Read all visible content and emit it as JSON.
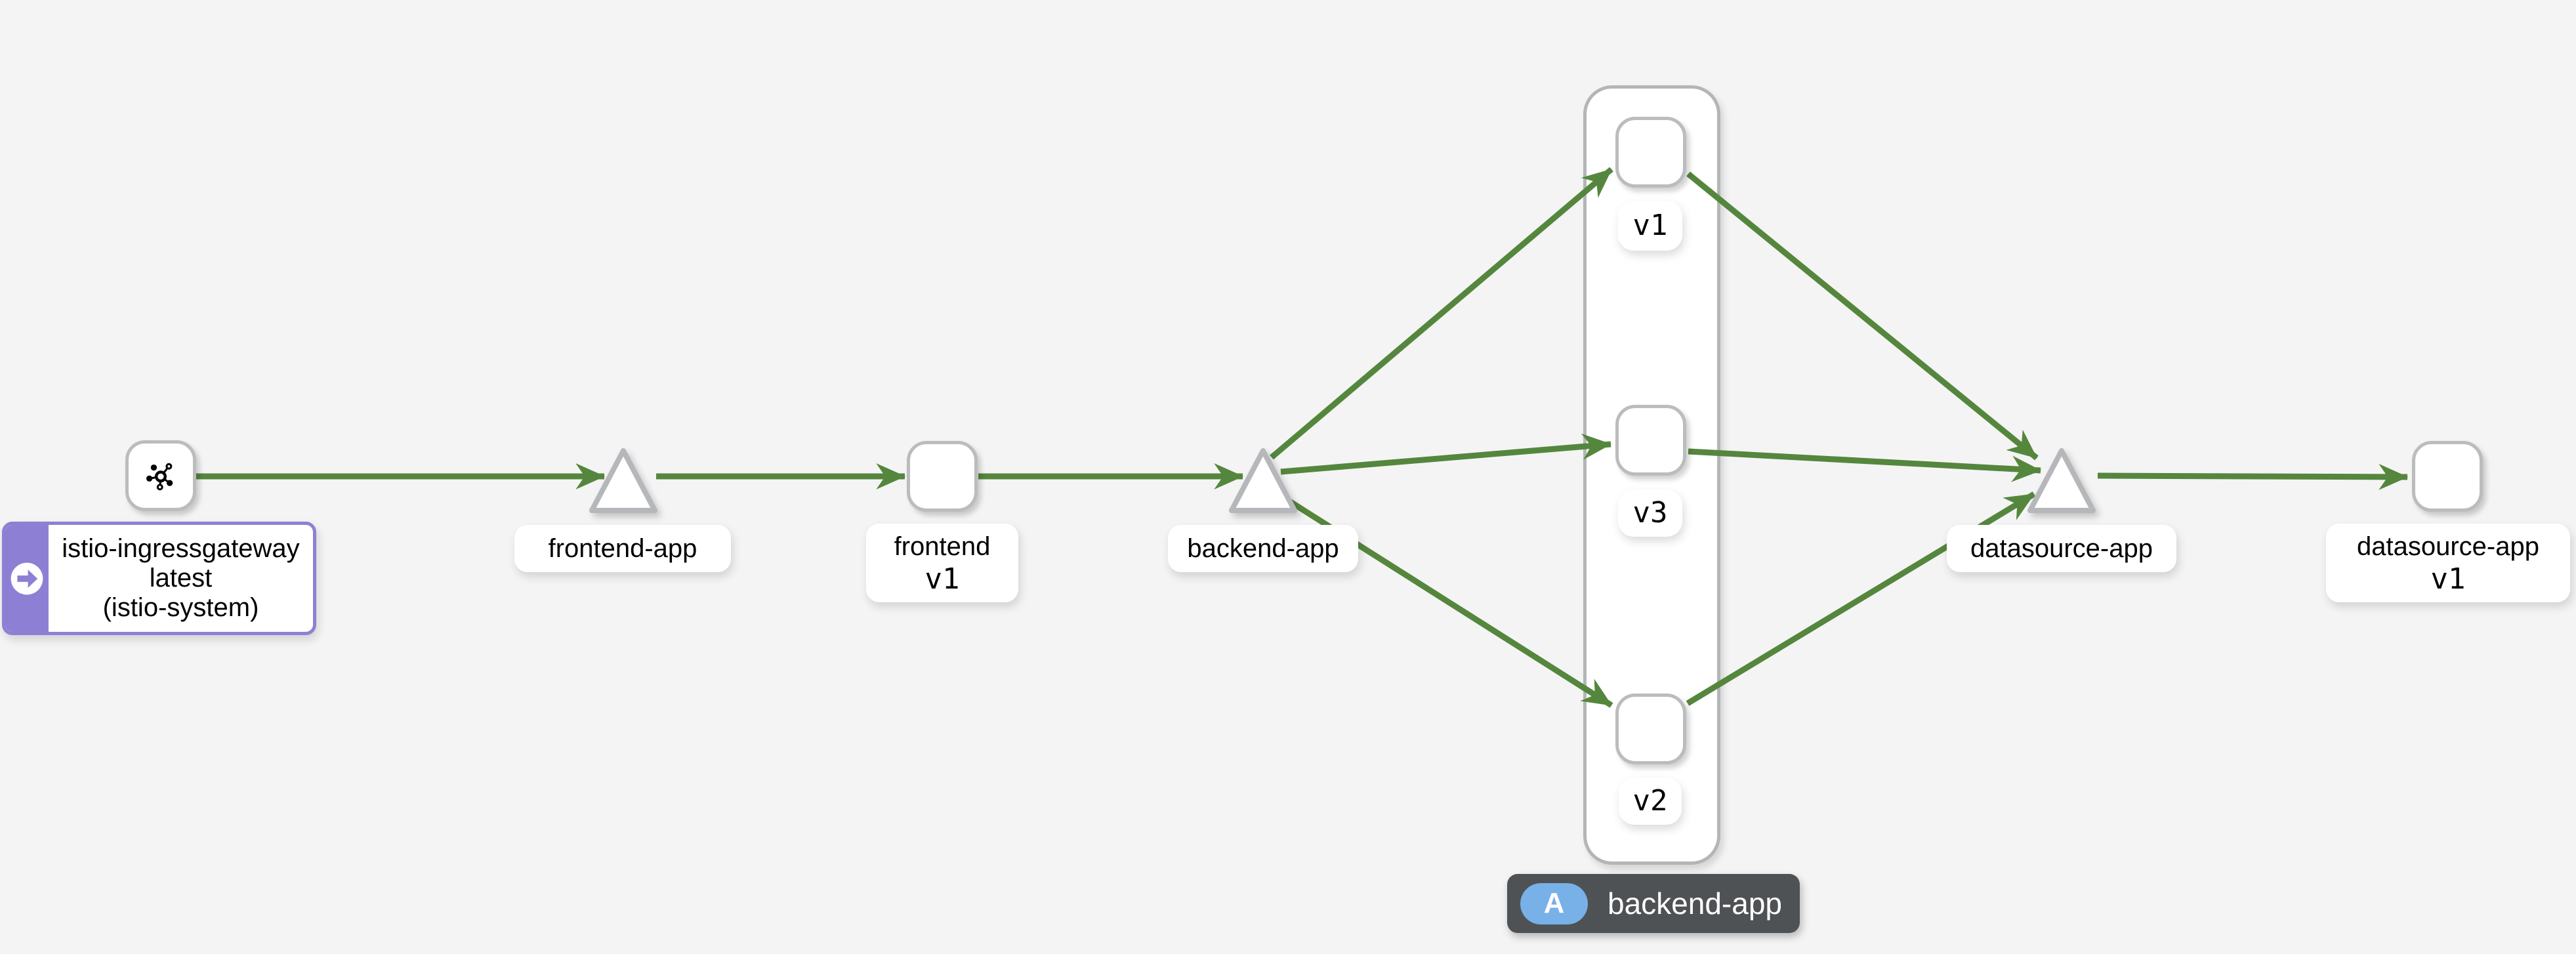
{
  "graph": {
    "background_color": "#f4f4f4",
    "edge_color": "#55863d",
    "node_border_color": "#babcbe",
    "gateway": {
      "accent_color": "#8d80d4",
      "line1": "istio-ingressgateway",
      "line2": "latest",
      "line3": "(istio-system)"
    },
    "services": {
      "frontend": {
        "label": "frontend-app"
      },
      "backend": {
        "label": "backend-app"
      },
      "datasource": {
        "label": "datasource-app"
      }
    },
    "workloads": {
      "frontend_v1": {
        "line1": "frontend",
        "line2": "v1"
      },
      "datasource_v1": {
        "line1": "datasource-app",
        "line2": "v1"
      },
      "backend_v1": {
        "label": "v1"
      },
      "backend_v3": {
        "label": "v3"
      },
      "backend_v2": {
        "label": "v2"
      }
    },
    "group": {
      "badge_letter": "A",
      "label": "backend-app",
      "badge_bg_color": "#4f5255",
      "badge_letter_bg_color": "#78b0e8"
    },
    "icons": {
      "gateway_node_icon": "istio-mesh-icon",
      "gateway_badge_icon": "arrow-right-circle-icon",
      "group_badge_icon": "app-badge"
    },
    "edges": [
      {
        "from": "istio-ingressgateway",
        "to": "frontend-app"
      },
      {
        "from": "frontend-app",
        "to": "frontend v1"
      },
      {
        "from": "frontend v1",
        "to": "backend-app"
      },
      {
        "from": "backend-app",
        "to": "backend v1"
      },
      {
        "from": "backend-app",
        "to": "backend v3"
      },
      {
        "from": "backend-app",
        "to": "backend v2"
      },
      {
        "from": "backend v1",
        "to": "datasource-app"
      },
      {
        "from": "backend v3",
        "to": "datasource-app"
      },
      {
        "from": "backend v2",
        "to": "datasource-app"
      },
      {
        "from": "datasource-app",
        "to": "datasource-app v1"
      }
    ]
  }
}
